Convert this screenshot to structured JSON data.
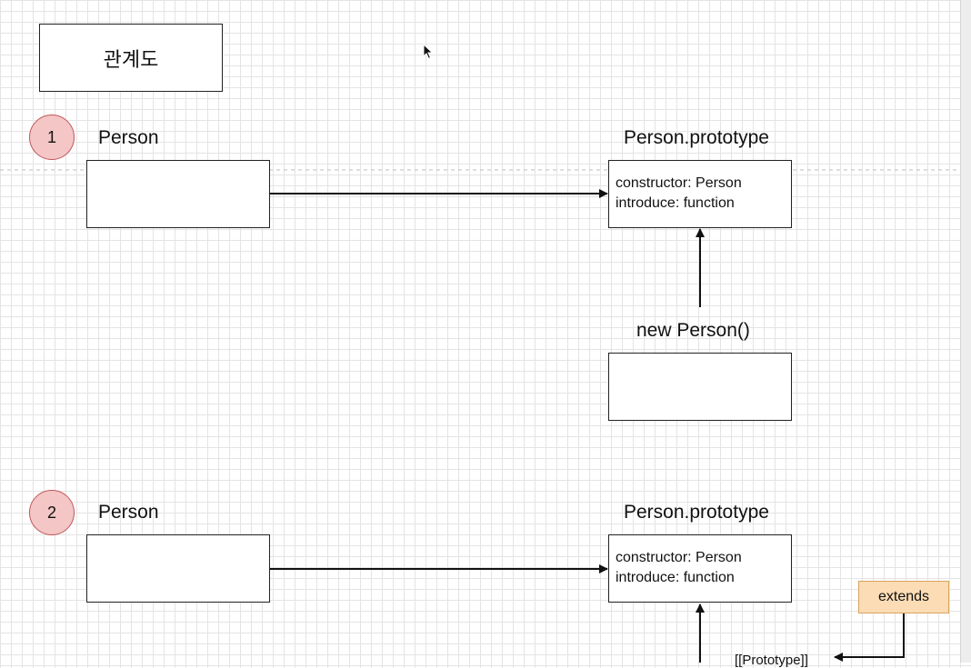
{
  "title": "관계도",
  "sections": [
    {
      "number": "1",
      "constructor_label": "Person",
      "prototype_label": "Person.prototype",
      "prototype_lines": [
        "constructor: Person",
        "introduce: function"
      ],
      "instance_label": "new Person()"
    },
    {
      "number": "2",
      "constructor_label": "Person",
      "prototype_label": "Person.prototype",
      "prototype_lines": [
        "constructor: Person",
        "introduce: function"
      ],
      "extends_label": "extends",
      "cut_off_label": "[[Prototype]]"
    }
  ]
}
